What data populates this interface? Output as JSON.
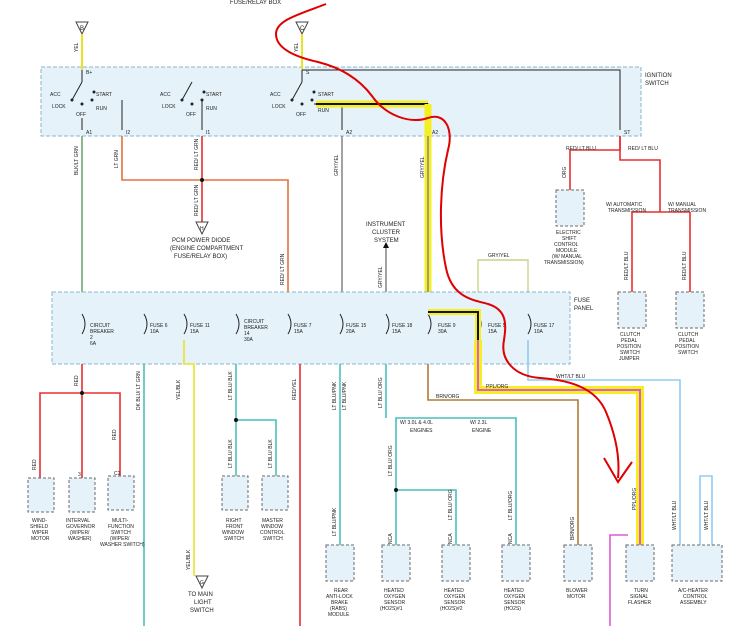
{
  "header": {
    "top_label": "FUSE/RELAY BOX"
  },
  "colors": {
    "yellow": "#e8e22a",
    "highlight": "#f5ef20",
    "red": "#e53030",
    "green": "#6fa86f",
    "black": "#111111",
    "gray": "#8a8a8a",
    "teal": "#49bfbf",
    "brown": "#b07a3a",
    "orange_pink": "#e05bd0",
    "light_blue": "#8ecdf0",
    "annotation_red": "#e00000",
    "component_fill": "#e6f2fa"
  },
  "ignition_switch": {
    "label_line1": "IGNITION",
    "label_line2": "SWITCH",
    "terminal_b": "B+",
    "terminal_s": "S",
    "triangle_b": "B",
    "triangle_c": "C",
    "wire_yel_b": "YEL",
    "wire_yel_c": "YEL",
    "pos_acc": "ACC",
    "pos_lock": "LOCK",
    "pos_off": "OFF",
    "pos_run": "RUN",
    "pos_start": "START",
    "outputs": [
      "A1",
      "I2",
      "I1",
      "A2",
      "A2",
      "ST"
    ]
  },
  "wires_top": {
    "a1": "BLK/LT GRN",
    "i2": "LT GRN",
    "i1": "RED/ LT GRN",
    "a2a": "GRY/YEL",
    "a2b": "GRY/YEL",
    "st1": "RED/ LT BLU",
    "st2": "RED/ LT BLU",
    "i1_down": "RED/ LT GRN",
    "pcm_wire": "RED/ LT GRN",
    "dip": "D",
    "shift_wire": "ORG"
  },
  "pcm_diode": {
    "triangle": "H",
    "line1": "PCM POWER DIODE",
    "line2": "(ENGINE COMPARTMENT",
    "line3": "FUSE/RELAY BOX)"
  },
  "cluster": {
    "line1": "INSTRUMENT",
    "line2": "CLUSTER",
    "line3": "SYSTEM",
    "wire": "GRY/YEL"
  },
  "shift_module": {
    "line1": "ELECTRIC",
    "line2": "SHIFT",
    "line3": "CONTROL",
    "line4": "MODULE",
    "line5": "(W/ MANUAL",
    "line6": "TRANSMISSION)"
  },
  "transmission": {
    "auto1": "W/ AUTOMATIC",
    "auto2": "TRANSMISSION",
    "manual1": "W/ MANUAL",
    "manual2": "TRANSMISSION",
    "wire1": "RED/LT BLU",
    "wire2": "RED/LT BLU",
    "jumper": [
      "CLUTCH",
      "PEDAL",
      "POSITION",
      "SWITCH",
      "JUMPER"
    ],
    "switch": [
      "CLUTCH",
      "PEDAL",
      "POSITION",
      "SWITCH"
    ]
  },
  "fuse_panel": {
    "label_line1": "FUSE",
    "label_line2": "PANEL",
    "fuses": [
      {
        "l1": "CIRCUIT",
        "l2": "BREAKER",
        "l3": "2",
        "l4": "6A"
      },
      {
        "l1": "FUSE 6",
        "l2": "10A",
        "l3": "",
        "l4": ""
      },
      {
        "l1": "FUSE 11",
        "l2": "15A",
        "l3": "",
        "l4": ""
      },
      {
        "l1": "CIRCUIT",
        "l2": "BREAKER",
        "l3": "14",
        "l4": "30A"
      },
      {
        "l1": "FUSE 7",
        "l2": "15A",
        "l3": "",
        "l4": ""
      },
      {
        "l1": "FUSE 15",
        "l2": "20A",
        "l3": "",
        "l4": ""
      },
      {
        "l1": "FUSE 18",
        "l2": "15A",
        "l3": "",
        "l4": ""
      },
      {
        "l1": "FUSE 9",
        "l2": "30A",
        "l3": "",
        "l4": ""
      },
      {
        "l1": "FUSE 5",
        "l2": "15A",
        "l3": "",
        "l4": ""
      },
      {
        "l1": "FUSE 17",
        "l2": "10A",
        "l3": "",
        "l4": ""
      }
    ],
    "gry_yel_right": "GRY/YEL"
  },
  "wires_bottom": {
    "red": "RED",
    "red2": "RED",
    "red3": "RED",
    "c2": "C2",
    "dk_blu": "DK BLU/ LT GRN",
    "yel_blk": "YEL/BLK",
    "yel_blk2": "YEL/BLK",
    "lt_blu_blk": "LT BLU/ BLK",
    "lt_blu_blk2": "LT BLU/ BLK",
    "lt_blu_blk3": "LT BLU/ BLK",
    "red_yel": "RED/YEL",
    "lt_blu_pnk": "LT BLU/PNK",
    "lt_blu_pnk2": "LT BLU/PNK",
    "lt_blu_pnk3": "LT BLU/PNK",
    "lt_blu_org": "LT BLU/ ORG",
    "lt_blu_org2": "LT BLU/ ORG",
    "lt_blu_org3": "LT BLU/ ORG",
    "lt_blu_org4": "LT BLU/ORG",
    "brn_org": "BRN/ORG",
    "brn_org2": "BRN/ORG",
    "ppl_org": "PPL/ORG",
    "ppl_org2": "PPL/ORG",
    "wht_lt_blu": "WHT/LT BLU",
    "wht_lt_blu2": "WHT/LT BLU",
    "wht_lt_blu3": "WHT/LT BLU",
    "engines_a1": "W/ 3.0L & 4.0L",
    "engines_a2": "ENGINES",
    "engines_b1": "W/ 2.3L",
    "engines_b2": "ENGINE",
    "nca": "NCA",
    "pin1": "1",
    "pin2": "2",
    "pin3": "3",
    "pin4": "4"
  },
  "components": [
    {
      "l1": "WIND-",
      "l2": "SHIELD",
      "l3": "WIPER",
      "l4": "MOTOR",
      "l5": ""
    },
    {
      "l1": "INTERVAL",
      "l2": "GOVERNOR",
      "l3": "(WIPER/",
      "l4": "WASHER)",
      "l5": ""
    },
    {
      "l1": "MULTI-",
      "l2": "FUNCTION",
      "l3": "SWITCH",
      "l4": "(WIPER/",
      "l5": "WASHER SWITCH)"
    },
    {
      "l1": "RIGHT",
      "l2": "FRONT",
      "l3": "WINDOW",
      "l4": "SWITCH",
      "l5": ""
    },
    {
      "l1": "MASTER",
      "l2": "WINDOW",
      "l3": "CONTROL",
      "l4": "SWITCH",
      "l5": ""
    },
    {
      "l1": "REAR",
      "l2": "ANTI-LOCK",
      "l3": "BRAKE",
      "l4": "(RABS)",
      "l5": "MODULE"
    },
    {
      "l1": "HEATED",
      "l2": "OXYGEN",
      "l3": "SENSOR",
      "l4": "(HO2S)#1",
      "l5": ""
    },
    {
      "l1": "HEATED",
      "l2": "OXYGEN",
      "l3": "SENSOR",
      "l4": "(HO2S)#2",
      "l5": ""
    },
    {
      "l1": "HEATED",
      "l2": "OXYGEN",
      "l3": "SENSOR",
      "l4": "(HO2S)",
      "l5": ""
    },
    {
      "l1": "BLOWER",
      "l2": "MOTOR",
      "l3": "",
      "l4": "",
      "l5": ""
    },
    {
      "l1": "TURN",
      "l2": "SIGNAL",
      "l3": "FLASHER",
      "l4": "",
      "l5": ""
    },
    {
      "l1": "A/C-HEATER",
      "l2": "CONTROL",
      "l3": "ASSEMBLY",
      "l4": "",
      "l5": ""
    }
  ],
  "light_switch": {
    "triangle": "G",
    "l1": "TO MAIN",
    "l2": "LIGHT",
    "l3": "SWITCH"
  }
}
